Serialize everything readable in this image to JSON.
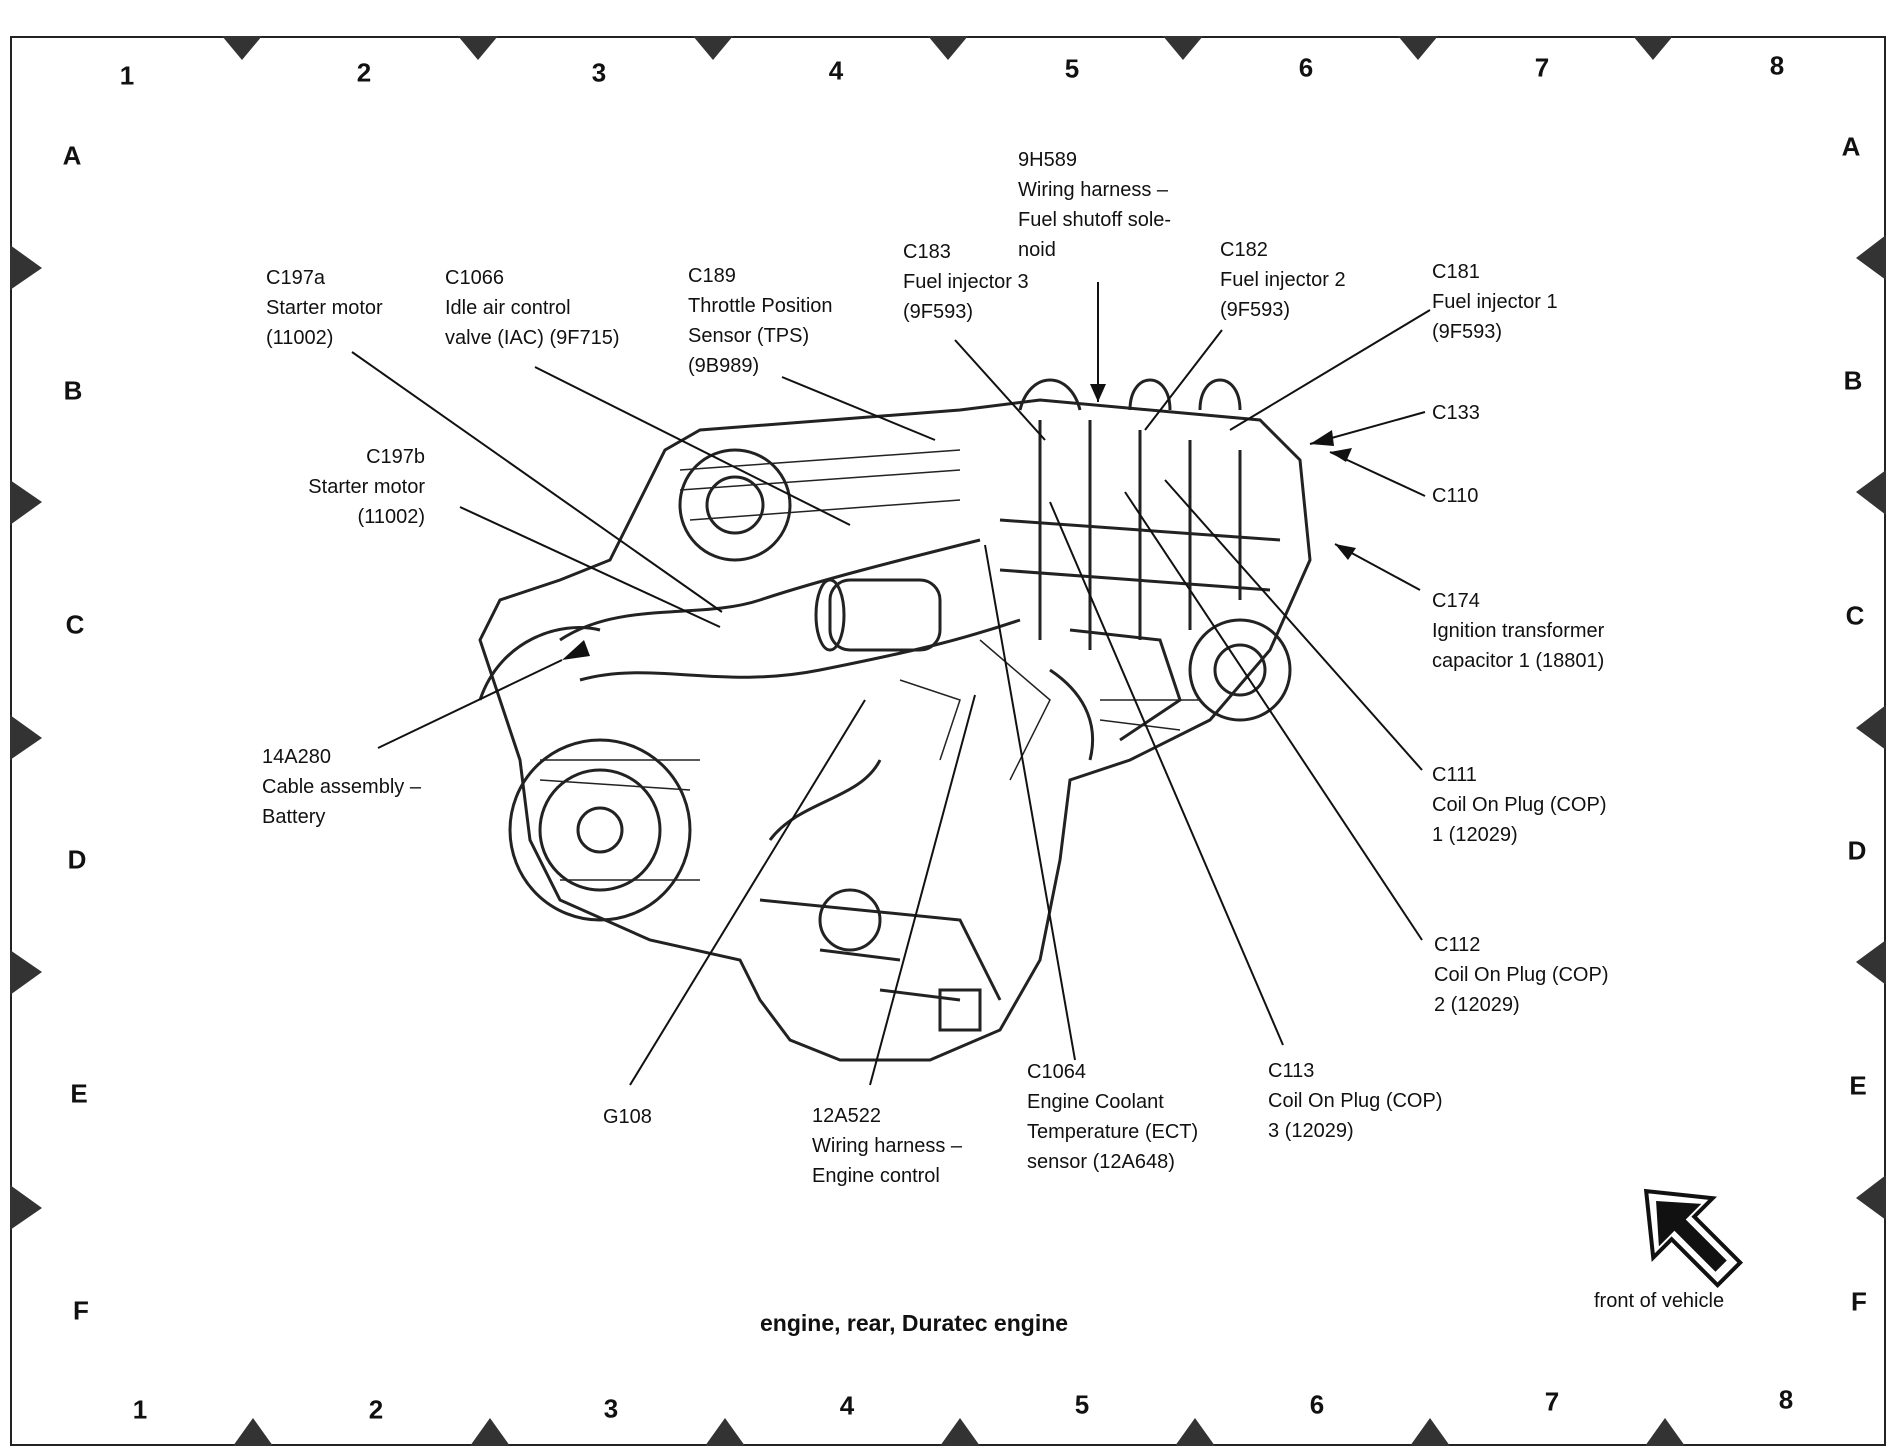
{
  "grid": {
    "top_numbers": [
      "1",
      "2",
      "3",
      "4",
      "5",
      "6",
      "7",
      "8"
    ],
    "bottom_numbers": [
      "1",
      "2",
      "3",
      "4",
      "5",
      "6",
      "7",
      "8"
    ],
    "left_letters": [
      "A",
      "B",
      "C",
      "D",
      "E",
      "F"
    ],
    "right_letters": [
      "A",
      "B",
      "C",
      "D",
      "E",
      "F"
    ]
  },
  "callouts": {
    "c197a": [
      "C197a",
      "Starter motor",
      "(11002)"
    ],
    "c1066": [
      "C1066",
      "Idle air control",
      "valve (IAC) (9F715)"
    ],
    "c189": [
      "C189",
      "Throttle Position",
      "Sensor (TPS)",
      "(9B989)"
    ],
    "c183": [
      "C183",
      "Fuel injector 3",
      "(9F593)"
    ],
    "h9h589": [
      "9H589",
      "Wiring harness –",
      "Fuel shutoff sole-",
      "noid"
    ],
    "c182": [
      "C182",
      "Fuel injector 2",
      "(9F593)"
    ],
    "c181": [
      "C181",
      "Fuel injector 1",
      "(9F593)"
    ],
    "c133": [
      "C133"
    ],
    "c110": [
      "C110"
    ],
    "c197b": [
      "C197b",
      "Starter motor",
      "(11002)"
    ],
    "c174": [
      "C174",
      "Ignition transformer",
      "capacitor 1 (18801)"
    ],
    "a14a280": [
      "14A280",
      "Cable assembly –",
      "Battery"
    ],
    "c111": [
      "C111",
      "Coil On Plug (COP)",
      "1 (12029)"
    ],
    "c112": [
      "C112",
      "Coil On Plug (COP)",
      "2 (12029)"
    ],
    "g108": [
      "G108"
    ],
    "a12a522": [
      "12A522",
      "Wiring harness –",
      "Engine control"
    ],
    "c1064": [
      "C1064",
      "Engine Coolant",
      "Temperature (ECT)",
      "sensor (12A648)"
    ],
    "c113": [
      "C113",
      "Coil On Plug (COP)",
      "3 (12029)"
    ]
  },
  "caption": "engine, rear, Duratec engine",
  "front_label": "front of vehicle",
  "icons": {
    "direction": "front-arrow-icon"
  }
}
